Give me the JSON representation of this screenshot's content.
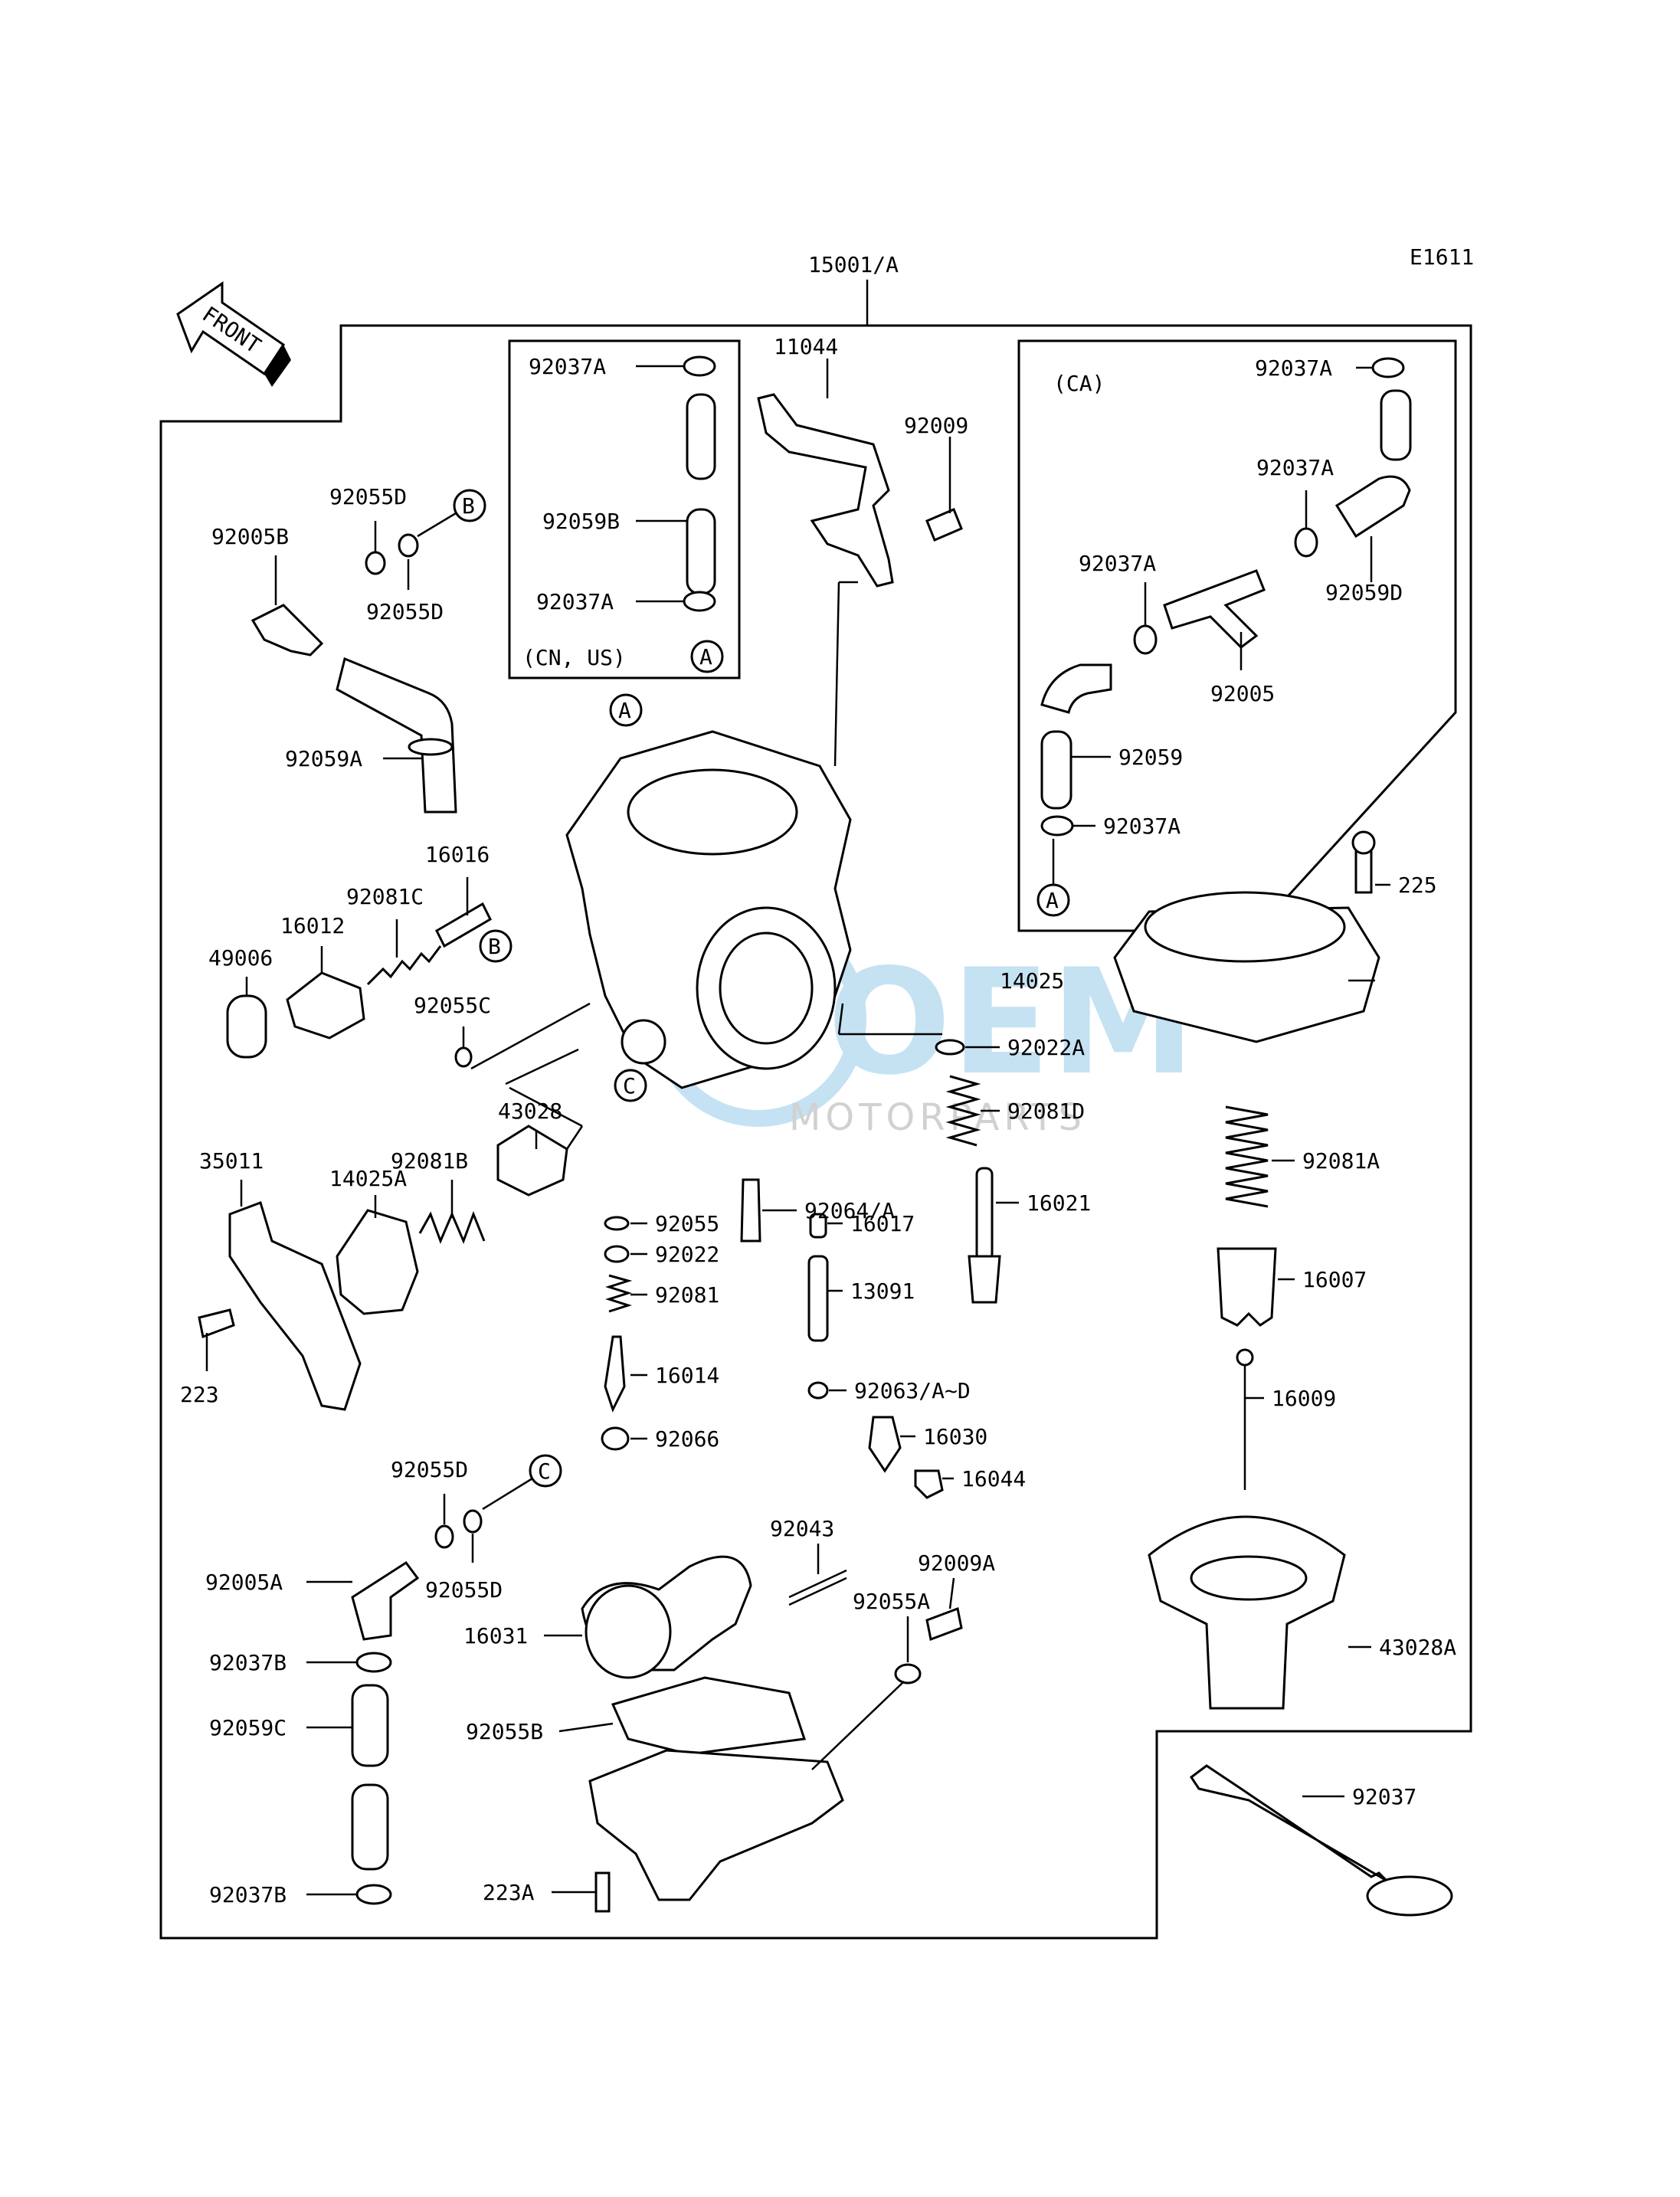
{
  "diagram_code": "E1611",
  "assembly_label": "15001/A",
  "front_arrow_label": "FRONT",
  "watermark": {
    "main": "OEM",
    "sub": "MOTORPARTS",
    "color": "#7fbfe6"
  },
  "region_labels": {
    "ca": "(CA)",
    "cn_us": "(CN, US)"
  },
  "callouts": {
    "a": "A",
    "b": "B",
    "c": "C"
  },
  "parts": {
    "p11044": "11044",
    "p92009": "92009",
    "p92037A_cn_top": "92037A",
    "p92059B": "92059B",
    "p92037A_cn_bot": "92037A",
    "p92037A_ca_top": "92037A",
    "p92037A_ca_mid": "92037A",
    "p92059D": "92059D",
    "p92037A_ca_left": "92037A",
    "p92005": "92005",
    "p92059": "92059",
    "p92037A_ca_bot": "92037A",
    "p92055D_1": "92055D",
    "p92055D_2": "92055D",
    "p92005B": "92005B",
    "p92059A": "92059A",
    "p16016": "16016",
    "p92081C": "92081C",
    "p16012": "16012",
    "p49006": "49006",
    "p92055C": "92055C",
    "p225": "225",
    "p14025": "14025",
    "p92022A": "92022A",
    "p92081D": "92081D",
    "p43028": "43028",
    "p35011": "35011",
    "p14025A": "14025A",
    "p92081B": "92081B",
    "p92064A": "92064/A",
    "p16021": "16021",
    "p92081A": "92081A",
    "p92055": "92055",
    "p16017": "16017",
    "p92022": "92022",
    "p92081": "92081",
    "p13091": "13091",
    "p16007": "16007",
    "p16014": "16014",
    "p223": "223",
    "p92063": "92063/A~D",
    "p16009": "16009",
    "p92066": "92066",
    "p16030": "16030",
    "p16044": "16044",
    "p92055D_3": "92055D",
    "p92055D_4": "92055D",
    "p92005A": "92005A",
    "p92043": "92043",
    "p92009A": "92009A",
    "p92055A": "92055A",
    "p16031": "16031",
    "p43028A": "43028A",
    "p92037B_1": "92037B",
    "p92059C": "92059C",
    "p92055B": "92055B",
    "p92037": "92037",
    "p92037B_2": "92037B",
    "p223A": "223A"
  }
}
